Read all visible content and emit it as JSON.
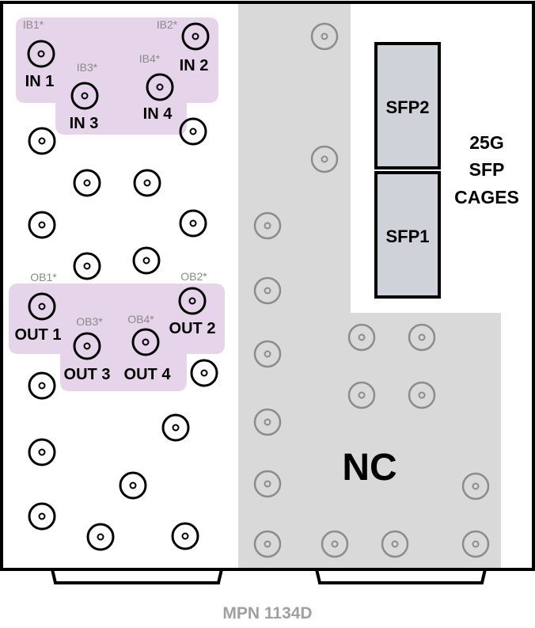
{
  "labels": {
    "in1": "IN 1",
    "in2": "IN 2",
    "in3": "IN 3",
    "in4": "IN 4",
    "ib1": "IB1*",
    "ib2": "IB2*",
    "ib3": "IB3*",
    "ib4": "IB4*",
    "out1": "OUT 1",
    "out2": "OUT 2",
    "out3": "OUT 3",
    "out4": "OUT 4",
    "ob1": "OB1*",
    "ob2": "OB2*",
    "ob3": "OB3*",
    "ob4": "OB4*",
    "sfp1": "SFP1",
    "sfp2": "SFP2",
    "cages_line1": "25G",
    "cages_line2": "SFP",
    "cages_line3": "CAGES",
    "nc": "NC",
    "mpn": "MPN 1134D"
  },
  "colors": {
    "highlight": "#e6d4ea",
    "nc_region": "#d9d9d9",
    "sfp_fill": "#cfd2d8",
    "connector_active": "#000000",
    "connector_inactive": "#8c8c8c"
  }
}
